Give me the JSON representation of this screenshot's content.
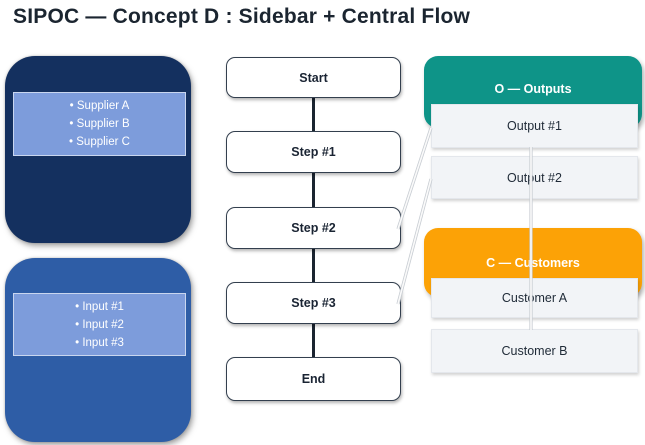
{
  "title": "SIPOC — Concept D : Sidebar + Central Flow",
  "suppliers": {
    "items": [
      "Supplier A",
      "Supplier B",
      "Supplier C"
    ]
  },
  "inputs": {
    "items": [
      "Input #1",
      "Input #2",
      "Input #3"
    ]
  },
  "flow": {
    "steps": [
      "Start",
      "Step #1",
      "Step #2",
      "Step #3",
      "End"
    ]
  },
  "outputs": {
    "header": "O — Outputs",
    "items": [
      "Output #1",
      "Output #2"
    ]
  },
  "customers": {
    "header": "C — Customers",
    "items": [
      "Customer A",
      "Customer B"
    ]
  },
  "colors": {
    "navy_panel": "#14305f",
    "blue_panel": "#2e5da6",
    "list_fill": "#7d9cdb",
    "teal_header": "#0e9488",
    "orange_header": "#fca206",
    "item_fill": "#f2f4f7",
    "flow_border": "#333f4e",
    "dark_connector": "#1a2430",
    "light_connector": "#d9dde2",
    "title_text": "#1b2530"
  }
}
